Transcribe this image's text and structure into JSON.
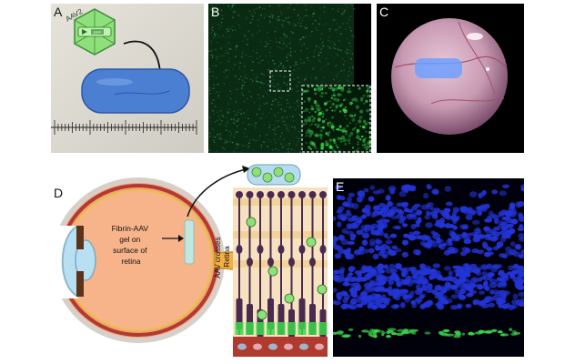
{
  "panels": {
    "a": {
      "label": "A",
      "virus_label": "AAV2",
      "gene_label": "GFP"
    },
    "b": {
      "label": "B"
    },
    "c": {
      "label": "C"
    },
    "d": {
      "label": "D",
      "gel_label_lines": [
        "Fibrin-AAV",
        "gel on",
        "surface of",
        "retina"
      ],
      "crossing_label_lines": [
        "AAV crosses",
        "Retina"
      ]
    },
    "e": {
      "label": "E"
    }
  },
  "colors": {
    "gel_blue": "#4a7fd1",
    "gfp_green": "#39d84a",
    "nuclei_blue": "#2334d6",
    "virus_green": "#8fe07a",
    "retina_purple": "#4a2a4f"
  },
  "icons": [
    "ruler-icon",
    "virus-capsid-icon",
    "arrow-icon",
    "eye-cross-section-icon"
  ]
}
